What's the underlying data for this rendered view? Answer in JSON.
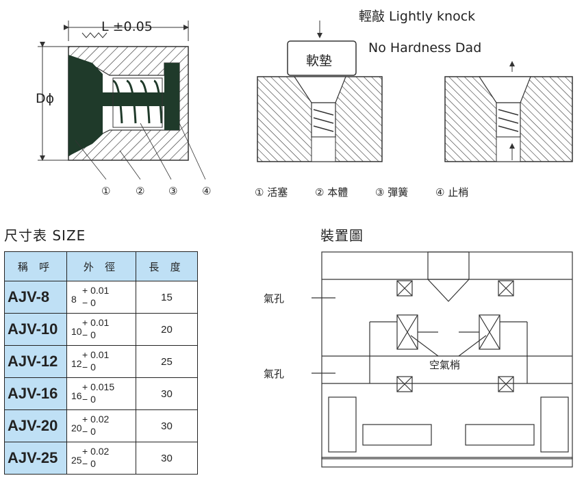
{
  "top_left": {
    "dimension_length": "L ±0.05",
    "dimension_diameter": "Dϕ",
    "callouts": [
      "①",
      "②",
      "③",
      "④"
    ]
  },
  "top_right": {
    "knock_label": "輕敲 Lightly knock",
    "pad_label": "No Hardness Dad",
    "pad_block_text": "軟墊",
    "legend": [
      "① 活塞",
      "② 本體",
      "③ 彈簧",
      "④ 止梢"
    ]
  },
  "size_table": {
    "title": "尺寸表 SIZE",
    "headers": [
      "稱 呼",
      "外 徑",
      "長 度"
    ],
    "rows": [
      {
        "model": "AJV-8",
        "od_base": "8",
        "tol_upper": "+ 0.01",
        "tol_lower": "− 0",
        "length": "15"
      },
      {
        "model": "AJV-10",
        "od_base": "10",
        "tol_upper": "+ 0.01",
        "tol_lower": "− 0",
        "length": "20"
      },
      {
        "model": "AJV-12",
        "od_base": "12",
        "tol_upper": "+ 0.01",
        "tol_lower": "− 0",
        "length": "25"
      },
      {
        "model": "AJV-16",
        "od_base": "16",
        "tol_upper": "+ 0.015",
        "tol_lower": "− 0",
        "length": "30"
      },
      {
        "model": "AJV-20",
        "od_base": "20",
        "tol_upper": "+ 0.02",
        "tol_lower": "− 0",
        "length": "30"
      },
      {
        "model": "AJV-25",
        "od_base": "25",
        "tol_upper": "+ 0.02",
        "tol_lower": "− 0",
        "length": "30"
      }
    ]
  },
  "installation": {
    "title": "裝置圖",
    "air_hole_top": "氣孔",
    "air_hole_bottom": "氣孔",
    "air_pin": "空氣梢"
  }
}
